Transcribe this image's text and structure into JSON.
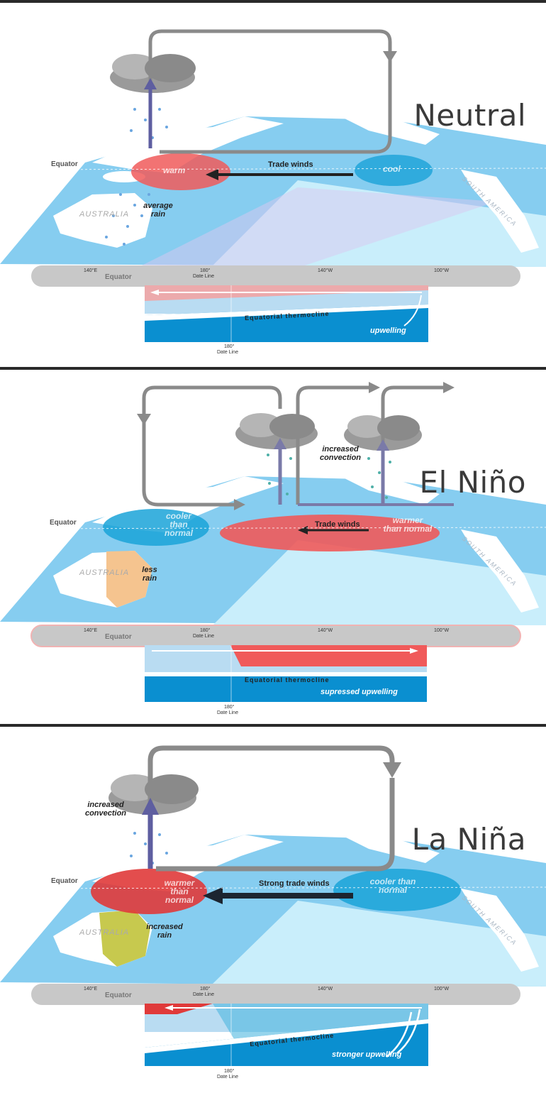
{
  "panels": [
    {
      "state": "Neutral",
      "labels": {
        "equator_top": "Equator",
        "equator_band": "Equator",
        "lon_140e": "140°E",
        "lon_180": "180°",
        "date_line": "Date Line",
        "lon_140w": "140°W",
        "lon_100w": "100°W",
        "wind": "Trade winds",
        "west_anomaly": "warm",
        "east_anomaly": "cool",
        "rain": "average rain",
        "australia": "AUSTRALIA",
        "south_america": "SOUTH AMERICA",
        "thermocline": "Equatorial thermocline",
        "upwelling": "upwelling",
        "lon_180_bottom": "180°",
        "date_line_bottom": "Date Line"
      },
      "colors": {
        "warm_pool": "#f05a5a",
        "cool_pool": "#1aa3d8",
        "ocean": "#86cdf0",
        "land": "#ffffff"
      }
    },
    {
      "state": "El Niño",
      "labels": {
        "equator_top": "Equator",
        "equator_band": "Equator",
        "lon_140e": "140°E",
        "lon_180": "180°",
        "date_line": "Date Line",
        "lon_140w": "140°W",
        "lon_100w": "100°W",
        "wind": "Trade winds",
        "west_anomaly": "cooler than normal",
        "east_anomaly": "warmer than normal",
        "rain": "less rain",
        "convection": "increased convection",
        "australia": "AUSTRALIA",
        "south_america": "SOUTH AMERICA",
        "thermocline": "Equatorial thermocline",
        "upwelling": "supressed upwelling",
        "lon_180_bottom": "180°",
        "date_line_bottom": "Date Line"
      },
      "colors": {
        "warm_pool": "#f05a5a",
        "cool_pool": "#1aa3d8",
        "dry_land": "#f5c48f"
      }
    },
    {
      "state": "La Niña",
      "labels": {
        "equator_top": "Equator",
        "equator_band": "Equator",
        "lon_140e": "140°E",
        "lon_180": "180°",
        "date_line": "Date Line",
        "lon_140w": "140°W",
        "lon_100w": "100°W",
        "wind": "Strong trade winds",
        "west_anomaly": "warmer than normal",
        "east_anomaly": "cooler than normal",
        "rain": "increased rain",
        "convection": "increased convection",
        "australia": "AUSTRALIA",
        "south_america": "SOUTH AMERICA",
        "thermocline": "Equatorial thermocline",
        "upwelling": "stronger upwelling",
        "lon_180_bottom": "180°",
        "date_line_bottom": "Date Line"
      },
      "colors": {
        "warm_pool": "#e03a3a",
        "cool_pool": "#1aa3d8",
        "wet_land": "#c7c94e"
      }
    }
  ]
}
